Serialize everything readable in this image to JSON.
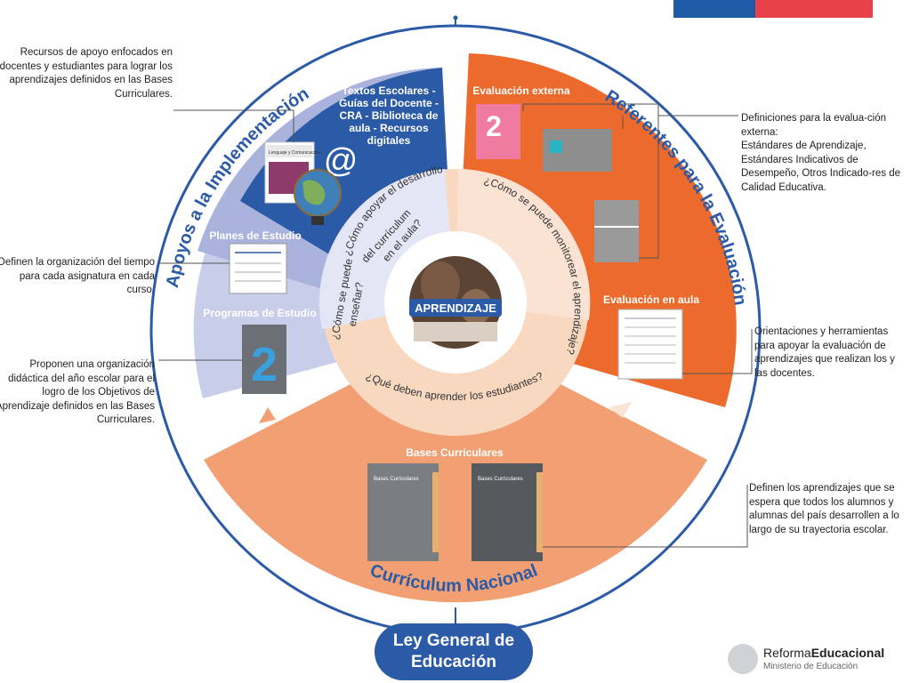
{
  "colors": {
    "blue_dark": "#2b5aa6",
    "blue_mid": "#a9b3dc",
    "blue_light": "#c8cdea",
    "orange_dark": "#ec6a2c",
    "orange_light": "#f6c8a3",
    "salmon": "#f2a073",
    "peach": "#f8d9c0"
  },
  "sections": {
    "apoyos": "Apoyos a la Implementación",
    "referentes": "Referentes para la Evaluación",
    "curriculum": "Currículum Nacional"
  },
  "blocks": {
    "textos": [
      "Textos Escolares -",
      "Guías del Docente -",
      "CRA - Biblioteca de",
      "aula - Recursos",
      "digitales"
    ],
    "planes": "Planes de Estudio",
    "programas": "Programas de Estudio",
    "eval_externa": "Evaluación externa",
    "eval_aula": "Evaluación en aula",
    "bases": "Bases Curriculares"
  },
  "questions": {
    "q1": [
      "¿Cómo apoyar el desarrollo",
      "del currículum",
      "en el aula?"
    ],
    "q2": [
      "¿Cómo se puede",
      "enseñar?"
    ],
    "q3": "¿Cómo se puede monitorear el aprendizaje?",
    "q4": "¿Qué deben aprender los estudiantes?"
  },
  "center": "APRENDIZAJE",
  "ley": [
    "Ley General de",
    "Educación"
  ],
  "notes": {
    "recursos": "Recursos de apoyo enfocados en docentes y estudiantes para lograr los aprendizajes definidos en las Bases Curriculares.",
    "planes": "Definen la organización del tiempo para cada asignatura en cada curso.",
    "programas": "Proponen una organización didáctica del año escolar para el logro de los Objetivos de Aprendizaje definidos en las Bases Curriculares.",
    "ext_intro": "Definiciones para la evalua-ción externa:",
    "ext_list": "Estándares de Aprendizaje, Estándares Indicativos de Desempeño, Otros Indicado-res de Calidad Educativa.",
    "aula": "Orientaciones y herramientas para apoyar la evaluación de aprendizajes que realizan los y las docentes.",
    "bases": "Definen los aprendizajes que se espera que todos los alumnos y alumnas del país desarrollen a lo largo de su trayectoria escolar."
  },
  "thumbs": {
    "lenguaje": "Lenguaje y Comunicación",
    "at_icon": "@",
    "num2": "2",
    "bases_cover": "Bases Curriculares"
  },
  "logo": {
    "reforma": "Reforma",
    "educacional": "Educacional",
    "ministerio": "Ministerio de Educación"
  }
}
